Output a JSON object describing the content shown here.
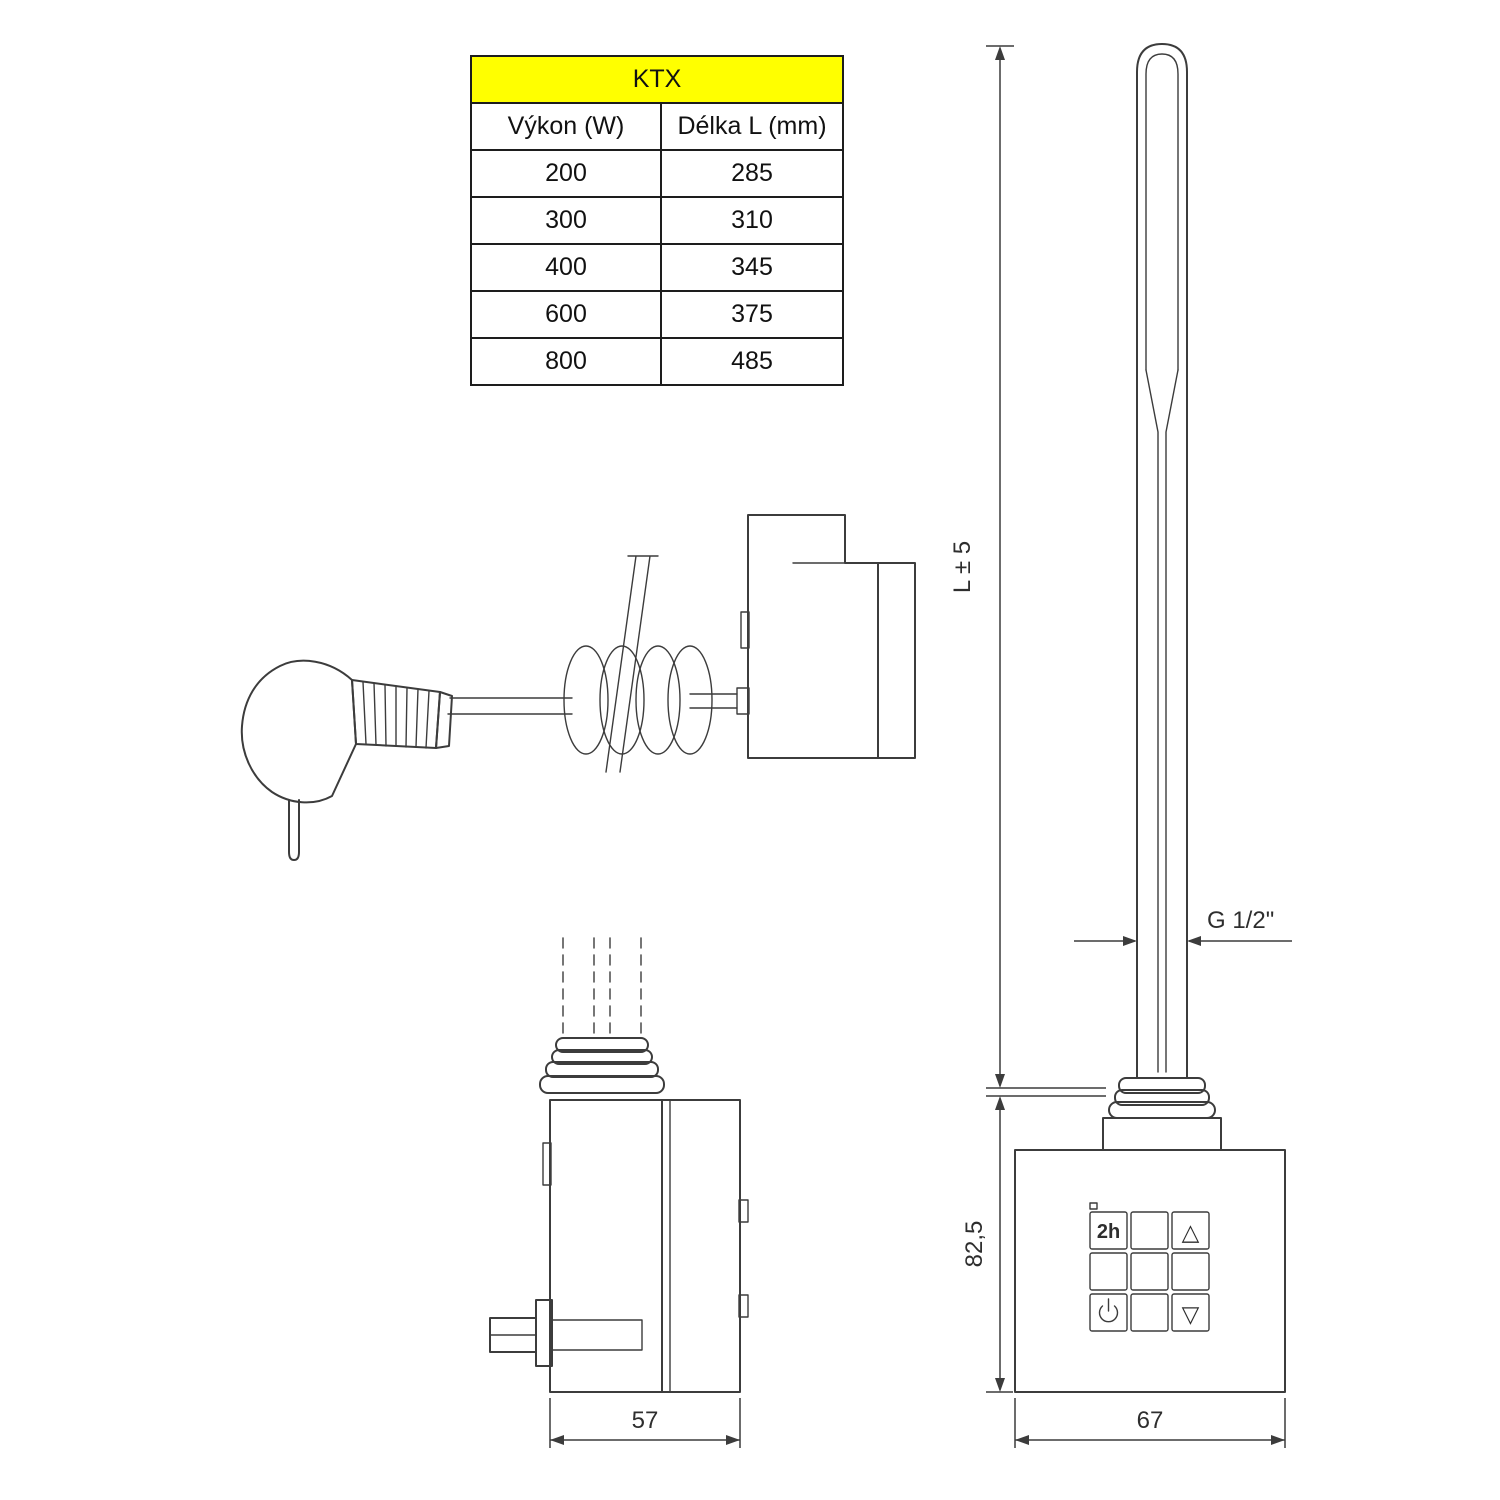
{
  "table": {
    "title": "KTX",
    "columns": [
      "Výkon (W)",
      "Délka L (mm)"
    ],
    "rows": [
      [
        "200",
        "285"
      ],
      [
        "300",
        "310"
      ],
      [
        "400",
        "345"
      ],
      [
        "600",
        "375"
      ],
      [
        "800",
        "485"
      ]
    ]
  },
  "dimensions": {
    "overall_length": "L ± 5",
    "thread_size": "G 1/2\"",
    "housing_height": "82,5",
    "housing_depth": "57",
    "housing_width": "67"
  },
  "keypad": {
    "timer_button": "2h",
    "up_button": "△",
    "down_button": "▽"
  },
  "colors": {
    "highlight": "#ffff00",
    "line": "#3c3c3c",
    "table_border": "#1d1d1d"
  }
}
